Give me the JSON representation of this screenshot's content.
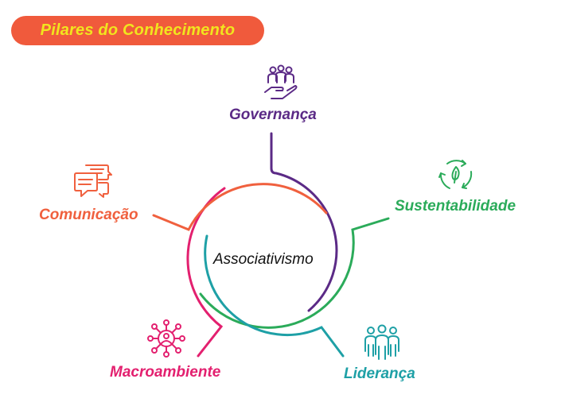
{
  "title": "Pilares do Conhecimento",
  "center": "Associativismo",
  "pillars": [
    {
      "label": "Governança",
      "color": "#5b2a86",
      "icon": "hand-holding-people-icon"
    },
    {
      "label": "Sustentabilidade",
      "color": "#2bab5a",
      "icon": "recycle-icon"
    },
    {
      "label": "Liderança",
      "color": "#1ea0a6",
      "icon": "team-icon"
    },
    {
      "label": "Macroambiente",
      "color": "#e3206f",
      "icon": "network-person-icon"
    },
    {
      "label": "Comunicação",
      "color": "#f0603e",
      "icon": "chat-bubbles-icon"
    }
  ],
  "colors": {
    "title_bg": "#f05a3c",
    "title_text": "#f1e51e"
  }
}
